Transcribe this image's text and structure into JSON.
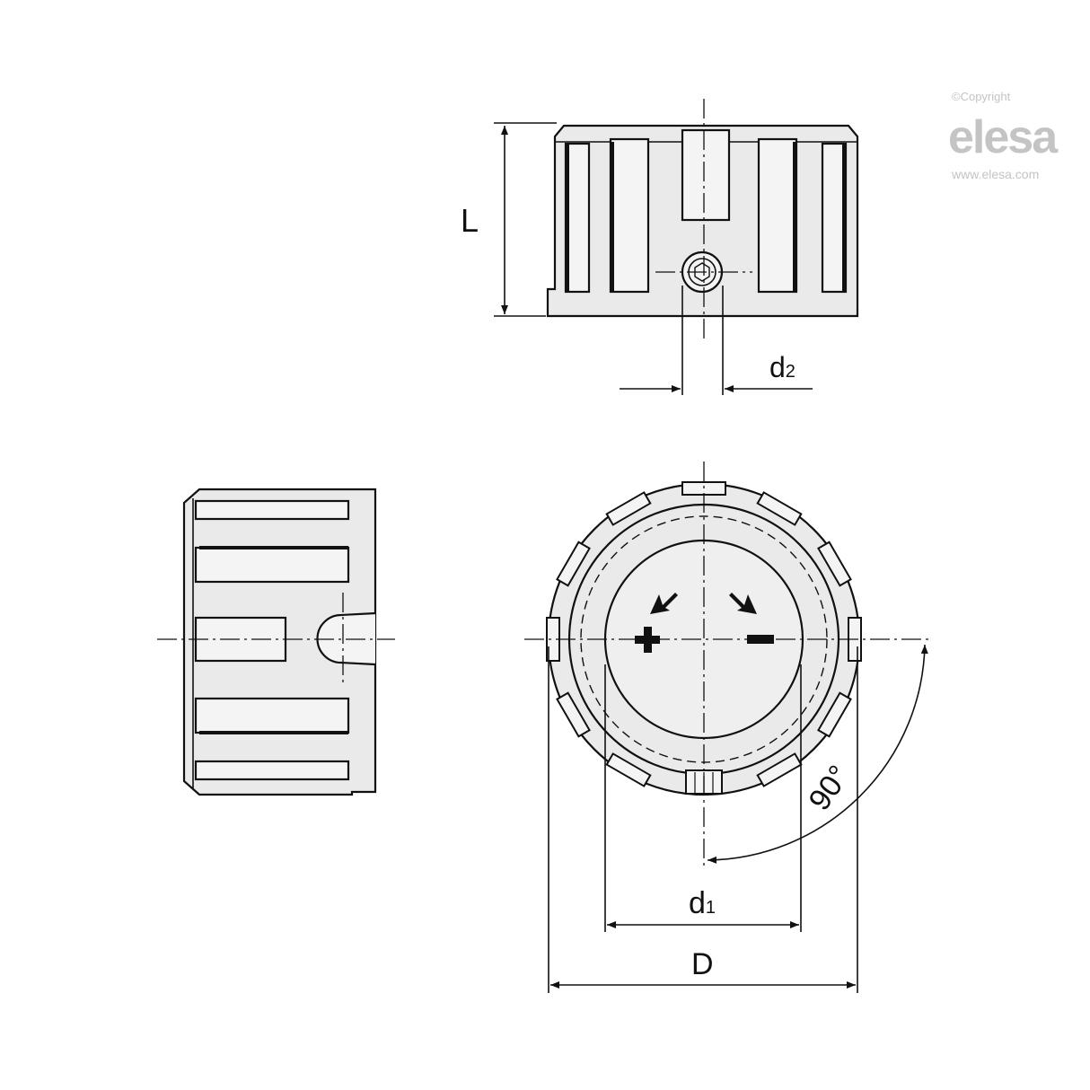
{
  "watermark": {
    "copyright": "©Copyright",
    "brand": "elesa",
    "url": "www.elesa.com"
  },
  "dimensions": {
    "L": "L",
    "d2": "d",
    "d2_sub": "2",
    "d1": "d",
    "d1_sub": "1",
    "D": "D",
    "angle": "90°"
  },
  "symbols": {
    "plus": "+",
    "minus": "−"
  },
  "colors": {
    "fill": "#eaeaea",
    "stroke": "#111111",
    "watermark": "#c4c4c4"
  }
}
